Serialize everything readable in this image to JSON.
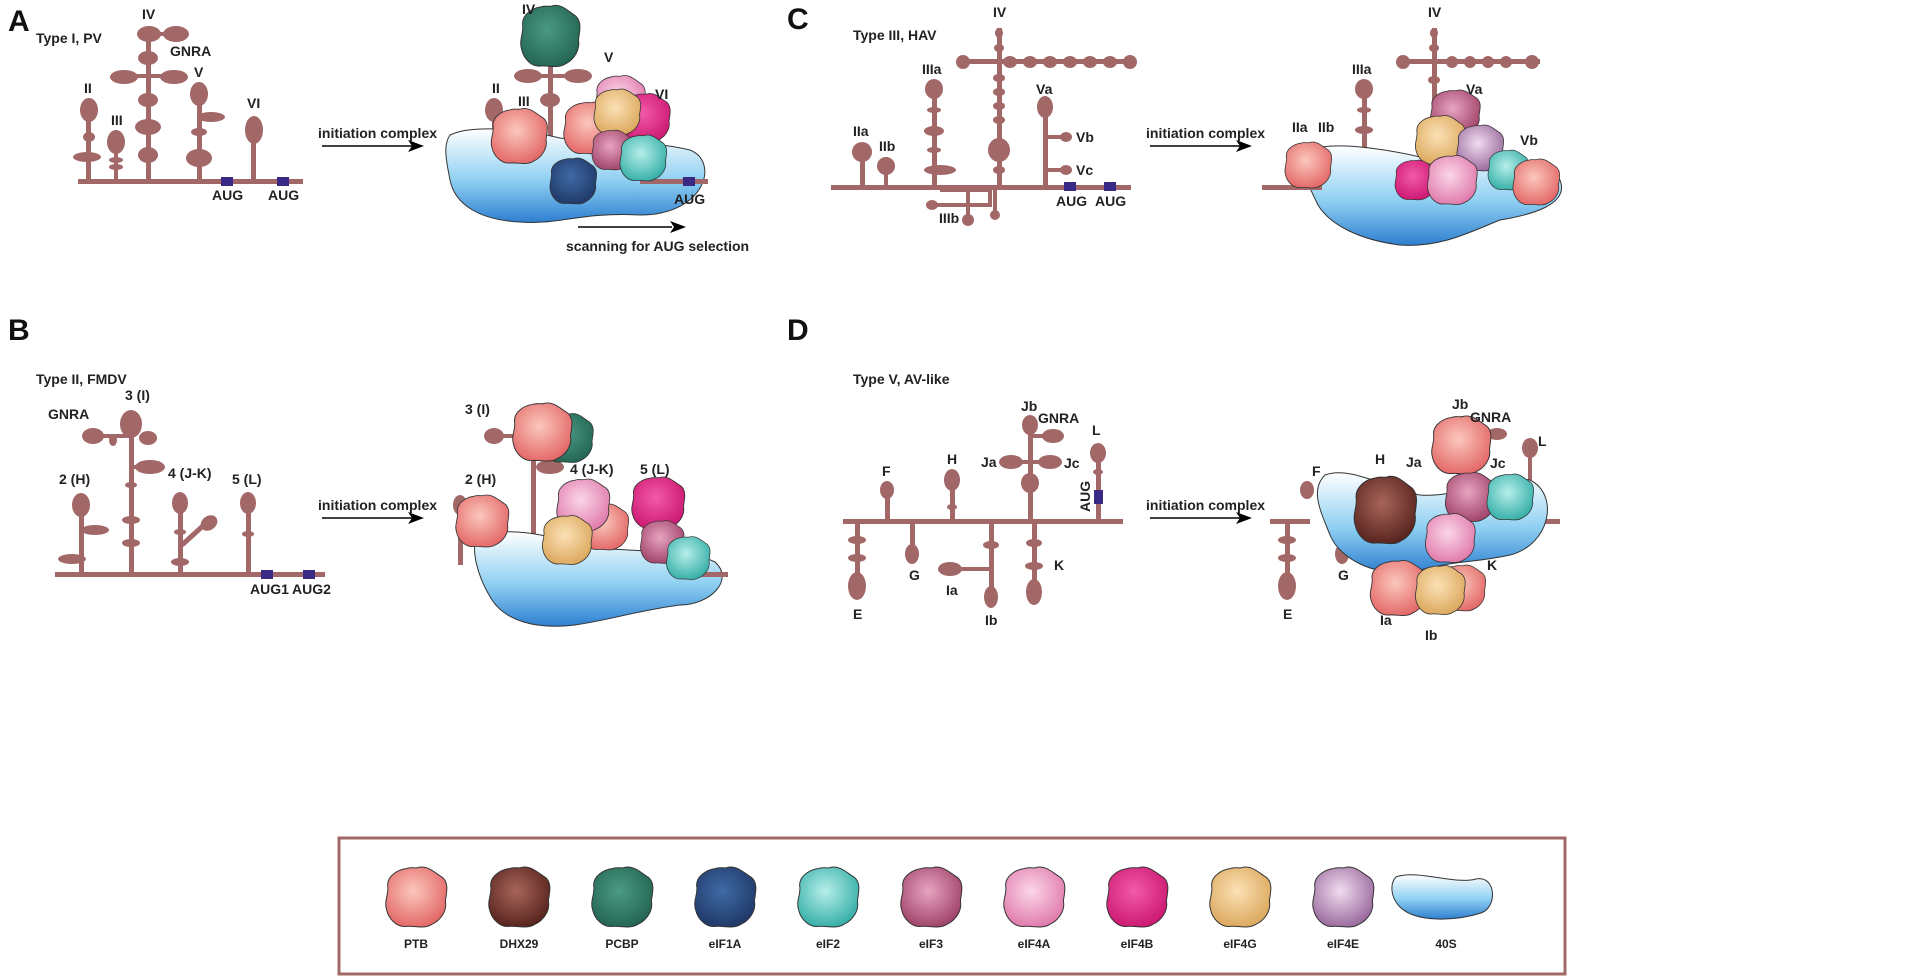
{
  "colors": {
    "rna": "#a26868",
    "aug": "#3b2a85",
    "PTB": "#e8706f",
    "DHX29": "#6e3328",
    "PCBP": "#2f7a66",
    "eIF1A": "#2f4c86",
    "eIF2": "#3cbab3",
    "eIF3": "#b4557a",
    "eIF4A": "#e887b5",
    "eIF4B": "#d81a7c",
    "eIF4G": "#e8bb73",
    "eIF4E": "#ae7fb0",
    "40S": "#7fc3ea"
  },
  "panels": {
    "A": {
      "letter": "A",
      "title": "Type I, PV",
      "domains": [
        "II",
        "III",
        "IV",
        "GNRA",
        "V",
        "VI"
      ],
      "aug": [
        "AUG",
        "AUG"
      ],
      "arrow_label": "initiation complex",
      "complex_domains": [
        "IV",
        "II",
        "III",
        "V",
        "VI"
      ],
      "complex_aug": "AUG",
      "scan_label": "scanning for AUG selection"
    },
    "B": {
      "letter": "B",
      "title": "Type II, FMDV",
      "domains": [
        "GNRA",
        "3 (I)",
        "2 (H)",
        "4 (J-K)",
        "5 (L)"
      ],
      "aug": [
        "AUG1",
        "AUG2"
      ],
      "arrow_label": "initiation complex",
      "complex_domains": [
        "3 (I)",
        "2 (H)",
        "4 (J-K)",
        "5 (L)"
      ]
    },
    "C": {
      "letter": "C",
      "title": "Type III, HAV",
      "domains": [
        "IV",
        "IIIa",
        "Va",
        "IIa",
        "IIb",
        "Vb",
        "Vc",
        "IIIb"
      ],
      "aug": [
        "AUG",
        "AUG"
      ],
      "arrow_label": "initiation complex",
      "complex_domains": [
        "IV",
        "IIIa",
        "Va",
        "IIa",
        "IIb",
        "Vb"
      ]
    },
    "D": {
      "letter": "D",
      "title": "Type V, AV-like",
      "domains": [
        "Jb",
        "GNRA",
        "L",
        "F",
        "H",
        "Ja",
        "Jc",
        "AUG",
        "G",
        "K",
        "E",
        "Ia",
        "Ib"
      ],
      "arrow_label": "initiation complex",
      "complex_domains": [
        "Jb",
        "GNRA",
        "L",
        "F",
        "H",
        "Ja",
        "Jc",
        "G",
        "K",
        "E",
        "Ia",
        "Ib"
      ]
    }
  },
  "legend": [
    {
      "label": "PTB",
      "color": "#e8706f"
    },
    {
      "label": "DHX29",
      "color": "#6e3328"
    },
    {
      "label": "PCBP",
      "color": "#2f7a66"
    },
    {
      "label": "eIF1A",
      "color": "#2f4c86"
    },
    {
      "label": "eIF2",
      "color": "#3cbab3"
    },
    {
      "label": "eIF3",
      "color": "#b4557a"
    },
    {
      "label": "eIF4A",
      "color": "#e887b5"
    },
    {
      "label": "eIF4B",
      "color": "#d81a7c"
    },
    {
      "label": "eIF4G",
      "color": "#e8bb73"
    },
    {
      "label": "eIF4E",
      "color": "#ae7fb0"
    },
    {
      "label": "40S",
      "color": "#7fc3ea"
    }
  ]
}
